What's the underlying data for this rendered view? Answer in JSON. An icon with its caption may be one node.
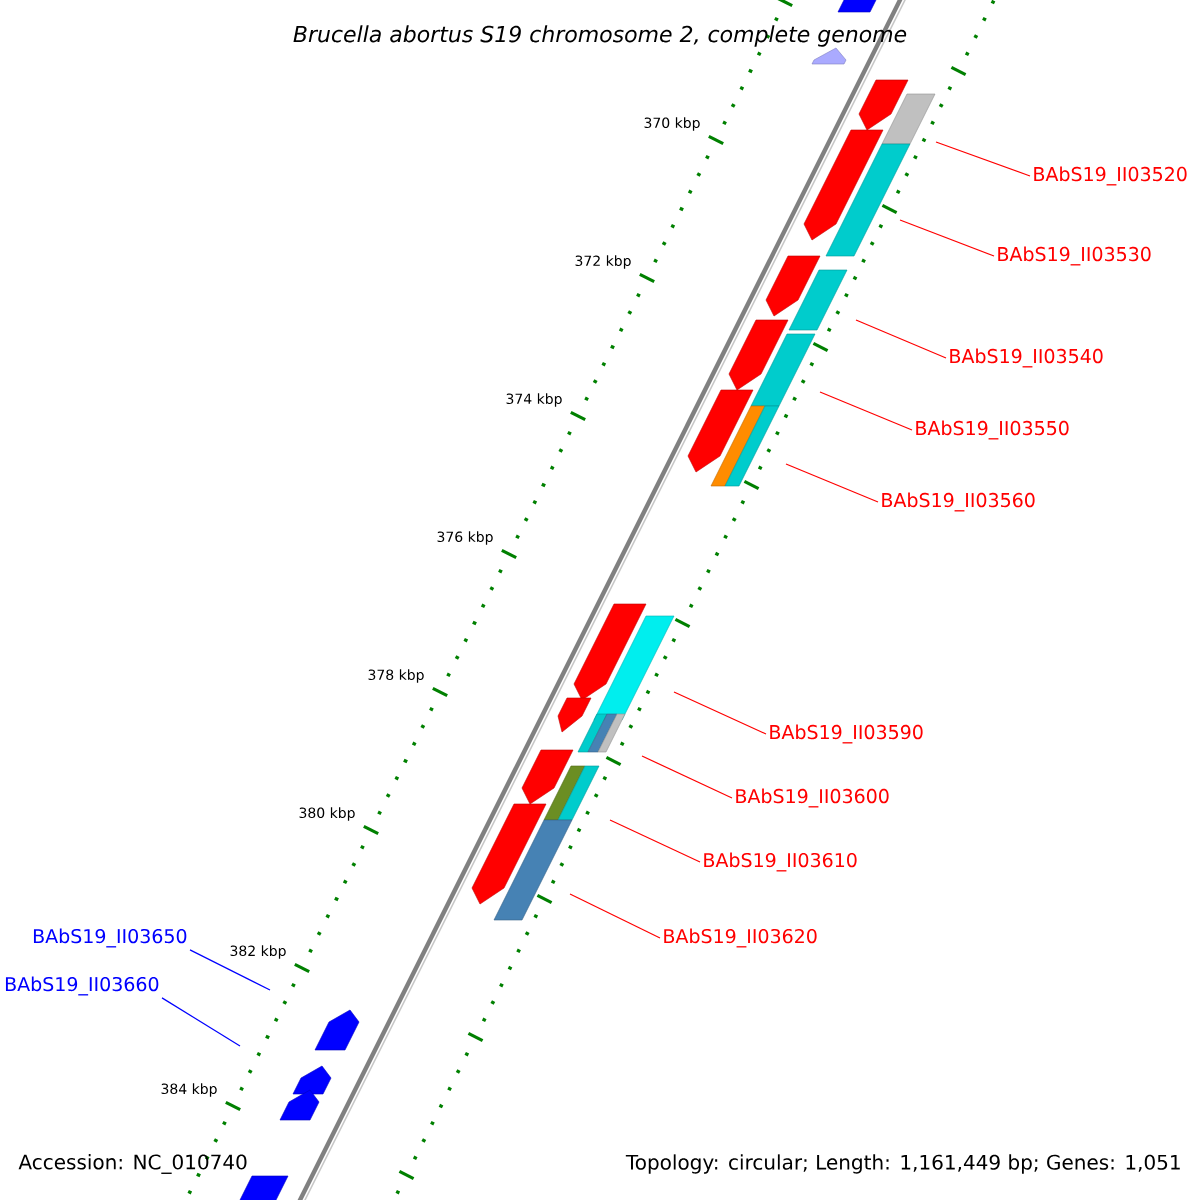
{
  "diagram": {
    "title": "*Brucella abortus* S19 chromosome 2, complete genome",
    "nodes": [
      {
        "text": [
          "BAbS19_II03520"
        ]
      },
      {
        "text": [
          "BAbS19_II03530"
        ]
      },
      {
        "text": [
          "BAbS19_II03540"
        ]
      },
      {
        "text": [
          "BAbS19_II03550"
        ]
      },
      {
        "text": [
          "BAbS19_II03560"
        ]
      },
      {
        "text": [
          "BAbS19_II03590"
        ]
      },
      {
        "text": [
          "BAbS19_II03600"
        ]
      },
      {
        "text": [
          "BAbS19_II03610"
        ]
      },
      {
        "text": [
          "BAbS19_II03620"
        ]
      },
      {
        "text": [
          "BAbS19_II03650"
        ]
      },
      {
        "text": [
          "BAbS19_II03660"
        ]
      }
    ],
    "edges": [
      {
        "from": 0,
        "to": null,
        "arrow": "none"
      },
      {
        "from": 1,
        "to": null,
        "arrow": "none"
      },
      {
        "from": 2,
        "to": null,
        "arrow": "none"
      },
      {
        "from": 3,
        "to": null,
        "arrow": "none"
      },
      {
        "from": 4,
        "to": null,
        "arrow": "none"
      },
      {
        "from": 5,
        "to": null,
        "arrow": "none"
      },
      {
        "from": 6,
        "to": null,
        "arrow": "none"
      },
      {
        "from": 7,
        "to": null,
        "arrow": "none"
      },
      {
        "from": 8,
        "to": null,
        "arrow": "none"
      },
      {
        "from": 9,
        "to": null,
        "arrow": "none",
        "color": "#0000ff"
      },
      {
        "from": 10,
        "to": null,
        "arrow": "none",
        "color": "#0000ff"
      }
    ],
    "labels": [
      "370 kbp",
      "372 kbp",
      "374 kbp",
      "376 kbp",
      "378 kbp",
      "380 kbp",
      "382 kbp",
      "384 kbp",
      "Accession: NC_010740",
      "Topology: circular; Length: 1,161,449 bp; Genes: 1,051"
    ]
  }
}
